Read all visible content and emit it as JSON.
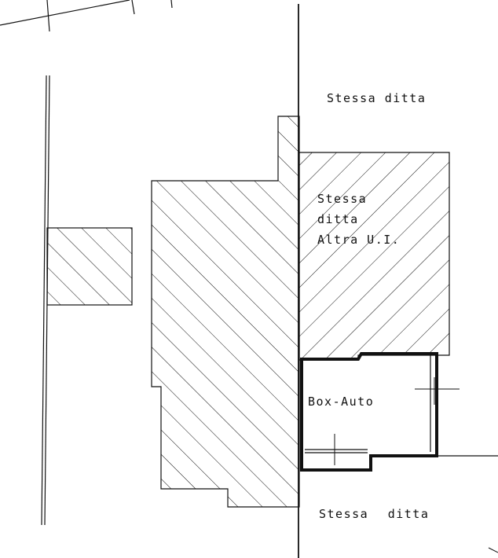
{
  "labels": {
    "top_right": "Stessa ditta",
    "bottom_right": "Stessa ditta",
    "garage": "Box-Auto",
    "adjacent_unit": [
      "Stessa",
      "ditta",
      "Altra U.I."
    ]
  },
  "colors": {
    "line": "#111111",
    "background": "#ffffff"
  }
}
